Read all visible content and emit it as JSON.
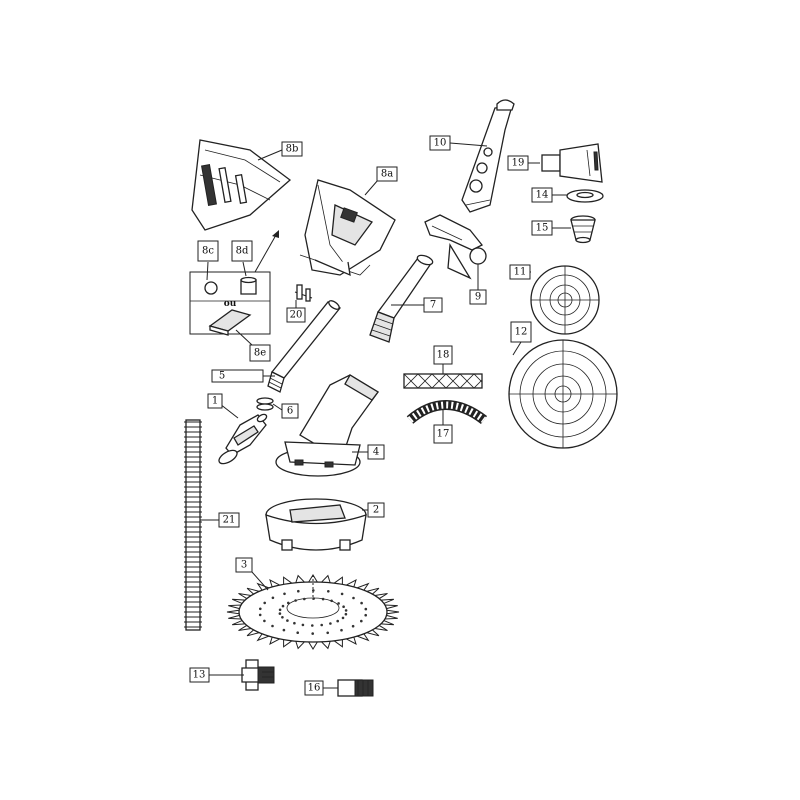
{
  "parts": [
    {
      "key": "p1",
      "label": "1"
    },
    {
      "key": "p2",
      "label": "2"
    },
    {
      "key": "p3",
      "label": "3"
    },
    {
      "key": "p4",
      "label": "4"
    },
    {
      "key": "p5",
      "label": "5"
    },
    {
      "key": "p6",
      "label": "6"
    },
    {
      "key": "p7",
      "label": "7"
    },
    {
      "key": "p8a",
      "label": "8a"
    },
    {
      "key": "p8b",
      "label": "8b"
    },
    {
      "key": "p8c",
      "label": "8c"
    },
    {
      "key": "p8d",
      "label": "8d"
    },
    {
      "key": "p8e",
      "label": "8e"
    },
    {
      "key": "p9",
      "label": "9"
    },
    {
      "key": "p10",
      "label": "10"
    },
    {
      "key": "p11",
      "label": "11"
    },
    {
      "key": "p12",
      "label": "12"
    },
    {
      "key": "p13",
      "label": "13"
    },
    {
      "key": "p14",
      "label": "14"
    },
    {
      "key": "p15",
      "label": "15"
    },
    {
      "key": "p16",
      "label": "16"
    },
    {
      "key": "p17",
      "label": "17"
    },
    {
      "key": "p18",
      "label": "18"
    },
    {
      "key": "p19",
      "label": "19"
    },
    {
      "key": "p20",
      "label": "20"
    },
    {
      "key": "p21",
      "label": "21"
    }
  ],
  "kit_choice_text": "ou"
}
